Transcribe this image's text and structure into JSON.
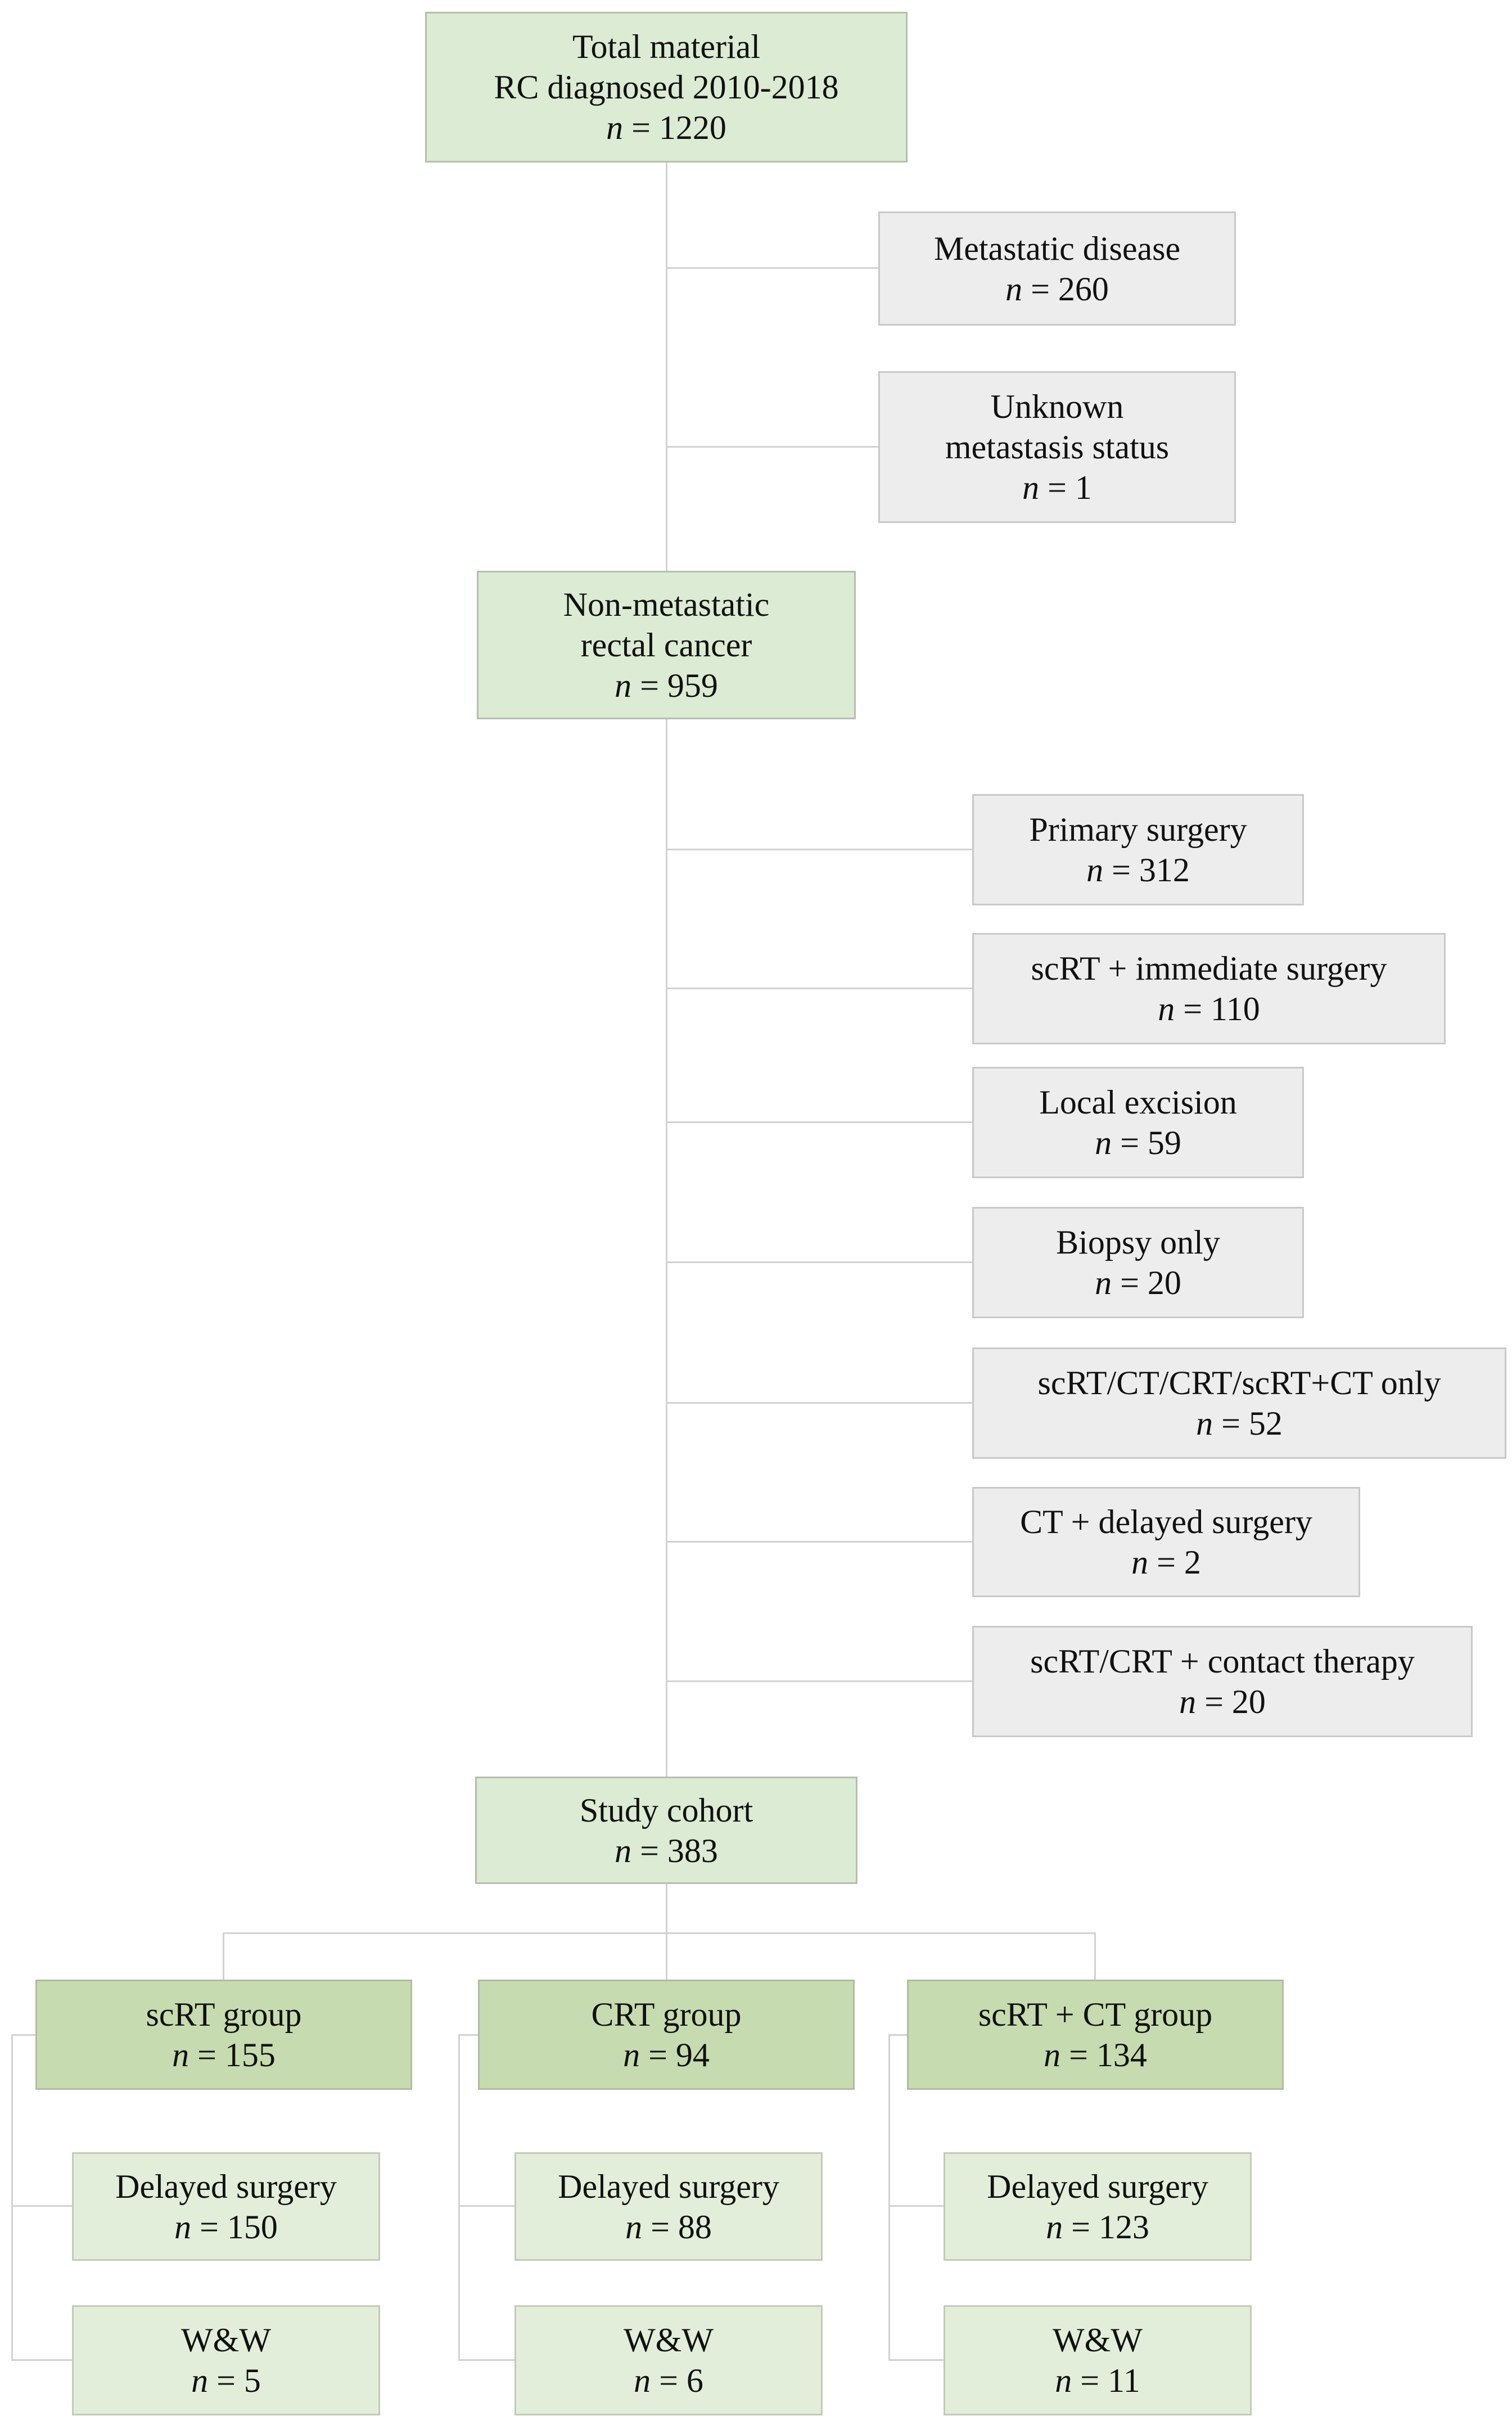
{
  "nodes": {
    "total": {
      "line1": "Total material",
      "line2": "RC diagnosed 2010-2018",
      "n_var": "n",
      "n_eq": " = 1220"
    },
    "metastatic": {
      "line1": "Metastatic disease",
      "n_var": "n",
      "n_eq": " = 260"
    },
    "unknown": {
      "line1": "Unknown",
      "line2": "metastasis status",
      "n_var": "n",
      "n_eq": " = 1"
    },
    "non_metastatic": {
      "line1": "Non-metastatic",
      "line2": "rectal cancer",
      "n_var": "n",
      "n_eq": " = 959"
    },
    "primary_surgery": {
      "line1": "Primary surgery",
      "n_var": "n",
      "n_eq": " = 312"
    },
    "scrt_immediate_surgery": {
      "line1": "scRT + immediate surgery",
      "n_var": "n",
      "n_eq": " = 110"
    },
    "local_excision": {
      "line1": "Local excision",
      "n_var": "n",
      "n_eq": " = 59"
    },
    "biopsy_only": {
      "line1": "Biopsy only",
      "n_var": "n",
      "n_eq": " = 20"
    },
    "scrt_ct_crt_scrtct_only": {
      "line1": "scRT/CT/CRT/scRT+CT only",
      "n_var": "n",
      "n_eq": " = 52"
    },
    "ct_delayed_surgery": {
      "line1": "CT + delayed surgery",
      "n_var": "n",
      "n_eq": " = 2"
    },
    "scrt_crt_contact_therapy": {
      "line1": "scRT/CRT + contact therapy",
      "n_var": "n",
      "n_eq": " = 20"
    },
    "study_cohort": {
      "line1": "Study cohort",
      "n_var": "n",
      "n_eq": " = 383"
    },
    "scrt_group": {
      "line1": "scRT group",
      "n_var": "n",
      "n_eq": " = 155"
    },
    "crt_group": {
      "line1": "CRT group",
      "n_var": "n",
      "n_eq": " = 94"
    },
    "scrt_ct_group": {
      "line1": "scRT + CT group",
      "n_var": "n",
      "n_eq": " = 134"
    },
    "scrt_delayed_surgery": {
      "line1": "Delayed surgery",
      "n_var": "n",
      "n_eq": " = 150"
    },
    "scrt_ww": {
      "line1": "W&W",
      "n_var": "n",
      "n_eq": " = 5"
    },
    "crt_delayed_surgery": {
      "line1": "Delayed surgery",
      "n_var": "n",
      "n_eq": " = 88"
    },
    "crt_ww": {
      "line1": "W&W",
      "n_var": "n",
      "n_eq": " = 6"
    },
    "scrt_ct_delayed_surgery": {
      "line1": "Delayed surgery",
      "n_var": "n",
      "n_eq": " = 123"
    },
    "scrt_ct_ww": {
      "line1": "W&W",
      "n_var": "n",
      "n_eq": " = 11"
    }
  },
  "colors": {
    "light_green_fill": "#dcebd3",
    "group_green_fill": "#c7dbb0",
    "sub_green_fill": "#e2eeda",
    "gray_fill": "#ededed",
    "connector": "#d2d2d2"
  }
}
